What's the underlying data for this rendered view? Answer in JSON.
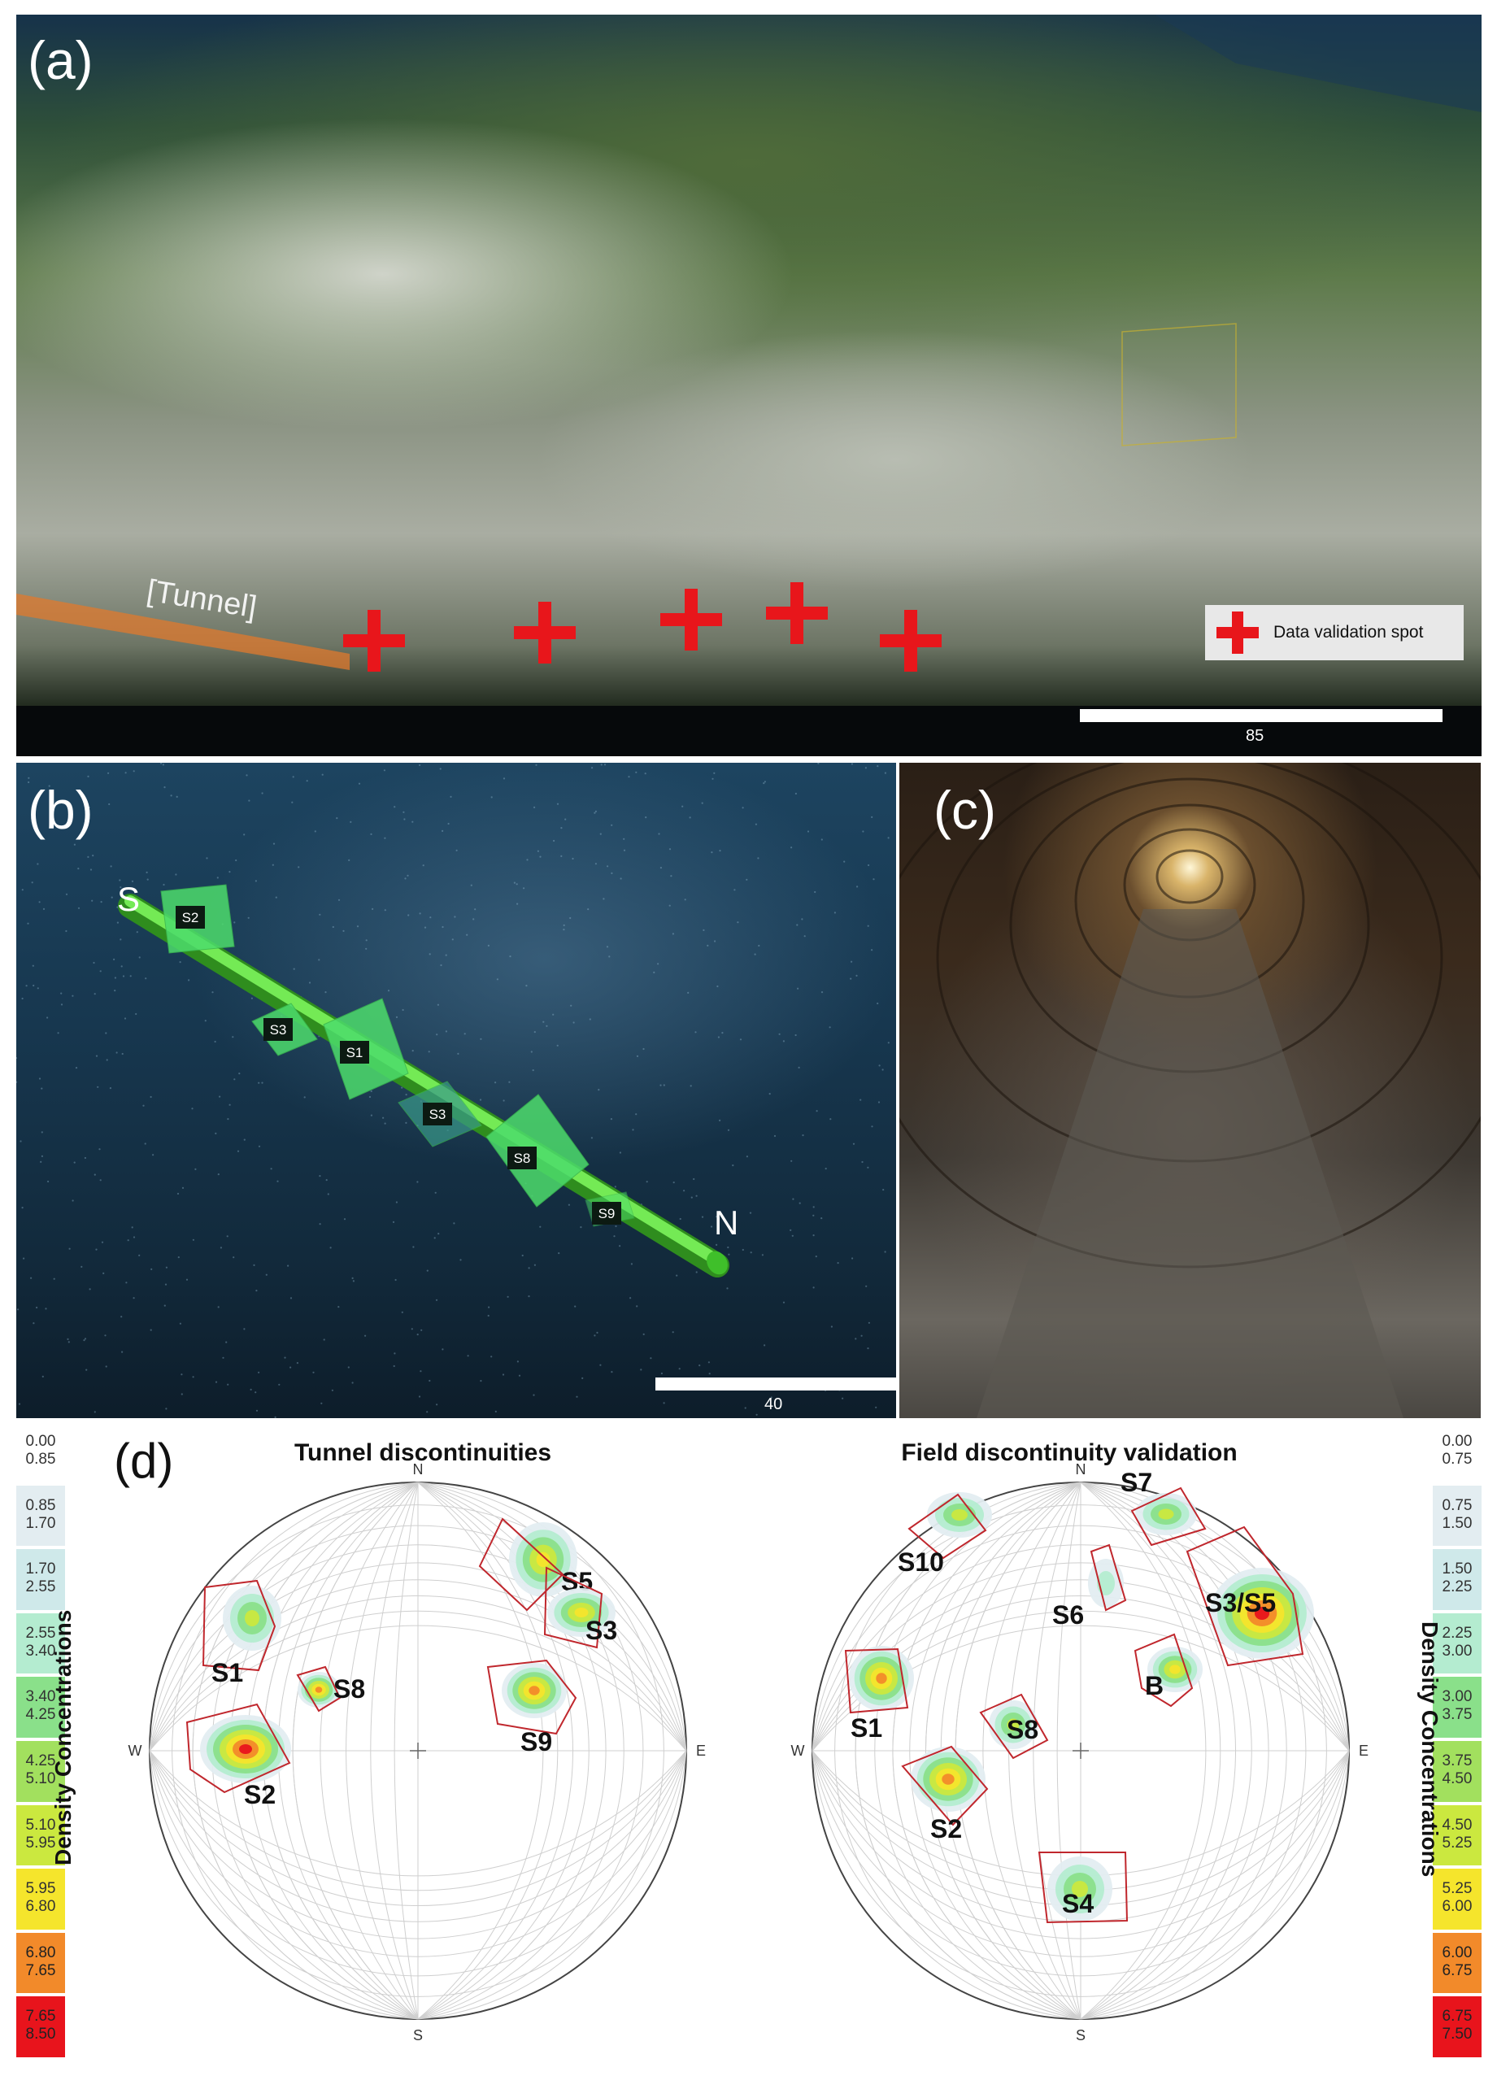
{
  "panel_a": {
    "label": "(a)",
    "tunnel_label": "[Tunnel]",
    "legend_label": "Data validation spot",
    "scale_value": "85",
    "marker_color": "#e8161b"
  },
  "panel_b": {
    "label": "(b)",
    "south_label": "S",
    "north_label": "N",
    "scale_value": "40",
    "plane_tags": [
      "S2",
      "S3",
      "S1",
      "S3",
      "S8",
      "S9"
    ]
  },
  "panel_c": {
    "label": "(c)"
  },
  "panel_d": {
    "label": "(d)",
    "left_plot": {
      "title": "Tunnel discontinuities",
      "north": "N",
      "south": "S",
      "east": "E",
      "west": "W",
      "sets": [
        "S5",
        "S3",
        "S1",
        "S8",
        "S9",
        "S2"
      ]
    },
    "right_plot": {
      "title": "Field discontinuity validation",
      "north": "N",
      "south": "S",
      "east": "E",
      "west": "W",
      "sets": [
        "S7",
        "S10",
        "S6",
        "S3/S5",
        "B",
        "S1",
        "S8",
        "S2",
        "S4"
      ]
    },
    "left_scale": {
      "title": "Density Concentrations",
      "ranges": [
        {
          "lo": "0.00",
          "hi": "0.85",
          "color": "#ffffff"
        },
        {
          "lo": "0.85",
          "hi": "1.70",
          "color": "#e3edf1"
        },
        {
          "lo": "1.70",
          "hi": "2.55",
          "color": "#cfe9ea"
        },
        {
          "lo": "2.55",
          "hi": "3.40",
          "color": "#b4ecd0"
        },
        {
          "lo": "3.40",
          "hi": "4.25",
          "color": "#8ae08a"
        },
        {
          "lo": "4.25",
          "hi": "5.10",
          "color": "#a2e05e"
        },
        {
          "lo": "5.10",
          "hi": "5.95",
          "color": "#cbe83f"
        },
        {
          "lo": "5.95",
          "hi": "6.80",
          "color": "#f5e52c"
        },
        {
          "lo": "6.80",
          "hi": "7.65",
          "color": "#f28a2a"
        },
        {
          "lo": "7.65",
          "hi": "8.50",
          "color": "#e8141c"
        }
      ]
    },
    "right_scale": {
      "title": "Density Concentrations",
      "ranges": [
        {
          "lo": "0.00",
          "hi": "0.75",
          "color": "#ffffff"
        },
        {
          "lo": "0.75",
          "hi": "1.50",
          "color": "#e3edf1"
        },
        {
          "lo": "1.50",
          "hi": "2.25",
          "color": "#cfe9ea"
        },
        {
          "lo": "2.25",
          "hi": "3.00",
          "color": "#b4ecd0"
        },
        {
          "lo": "3.00",
          "hi": "3.75",
          "color": "#8ae08a"
        },
        {
          "lo": "3.75",
          "hi": "4.50",
          "color": "#a2e05e"
        },
        {
          "lo": "4.50",
          "hi": "5.25",
          "color": "#cbe83f"
        },
        {
          "lo": "5.25",
          "hi": "6.00",
          "color": "#f5e52c"
        },
        {
          "lo": "6.00",
          "hi": "6.75",
          "color": "#f28a2a"
        },
        {
          "lo": "6.75",
          "hi": "7.50",
          "color": "#e8141c"
        }
      ]
    }
  }
}
